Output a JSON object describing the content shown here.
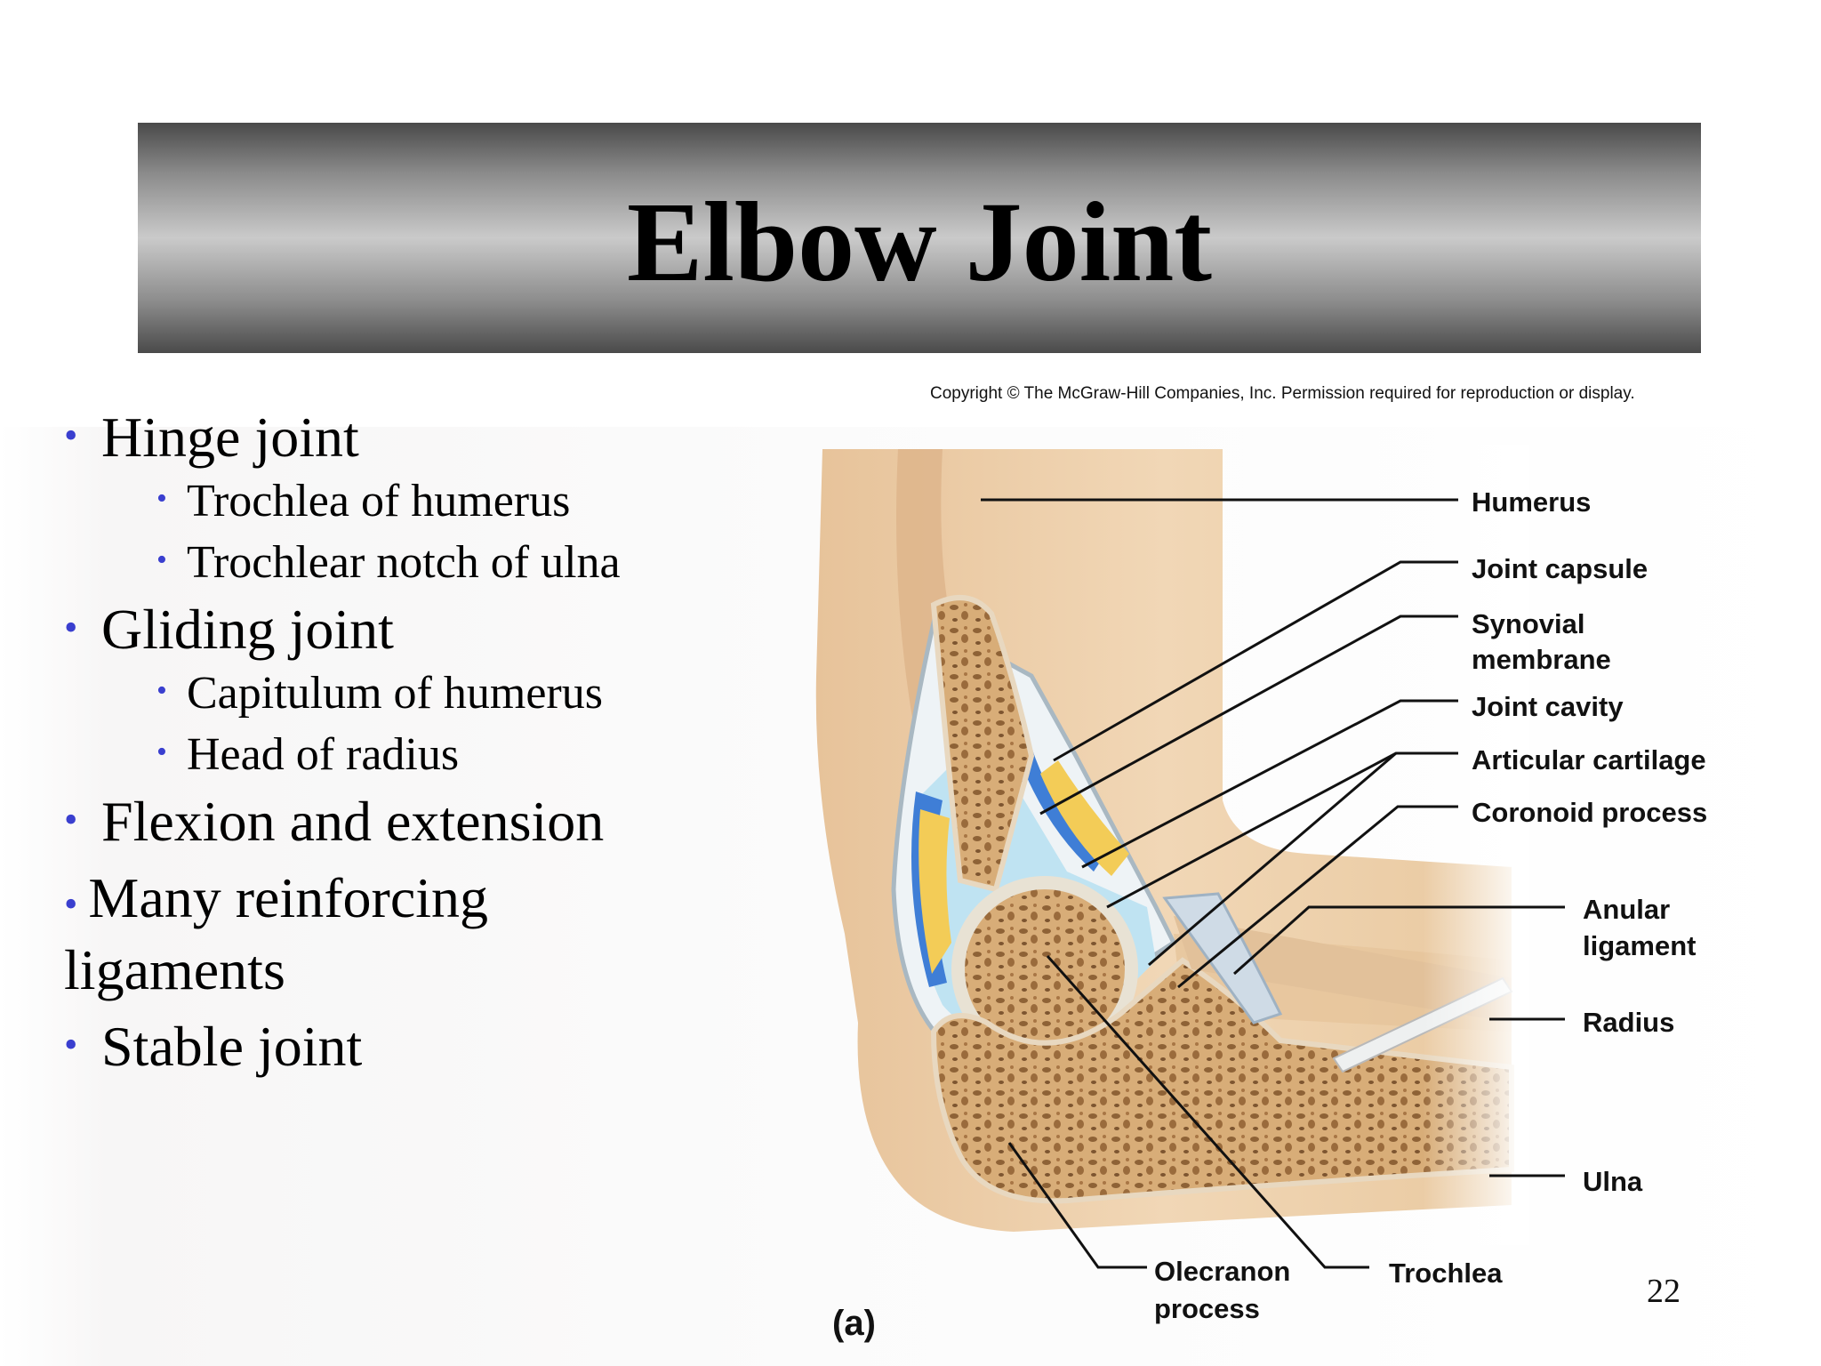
{
  "slide": {
    "title": "Elbow Joint",
    "copyright": "Copyright © The McGraw-Hill Companies, Inc. Permission required for reproduction or display.",
    "page_number": "22",
    "figure_letter": "(a)"
  },
  "bullets": [
    {
      "level": 1,
      "text": "Hinge joint"
    },
    {
      "level": 2,
      "text": "Trochlea of humerus"
    },
    {
      "level": 2,
      "text": "Trochlear notch of ulna"
    },
    {
      "level": 1,
      "text": "Gliding joint"
    },
    {
      "level": 2,
      "text": "Capitulum of humerus"
    },
    {
      "level": 2,
      "text": "Head of radius"
    },
    {
      "level": 1,
      "text": "Flexion and extension"
    },
    {
      "level": 1,
      "text": "Many reinforcing ligaments"
    },
    {
      "level": 1,
      "text": "Stable joint"
    }
  ],
  "diagram_labels": {
    "humerus": "Humerus",
    "joint_capsule": "Joint capsule",
    "synovial_membrane_1": "Synovial",
    "synovial_membrane_2": "membrane",
    "joint_cavity": "Joint cavity",
    "articular_cartilage": "Articular cartilage",
    "coronoid_process": "Coronoid process",
    "anular_ligament_1": "Anular",
    "anular_ligament_2": "ligament",
    "radius": "Radius",
    "ulna": "Ulna",
    "olecranon_process_1": "Olecranon",
    "olecranon_process_2": "process",
    "trochlea": "Trochlea"
  },
  "colors": {
    "skin": "#e9c9a0",
    "bone": "#c79a66",
    "cartilage": "#bfe3f2",
    "synovial": "#3f7ed6",
    "fat": "#f3cc57",
    "bullet": "#3a3fcf"
  }
}
